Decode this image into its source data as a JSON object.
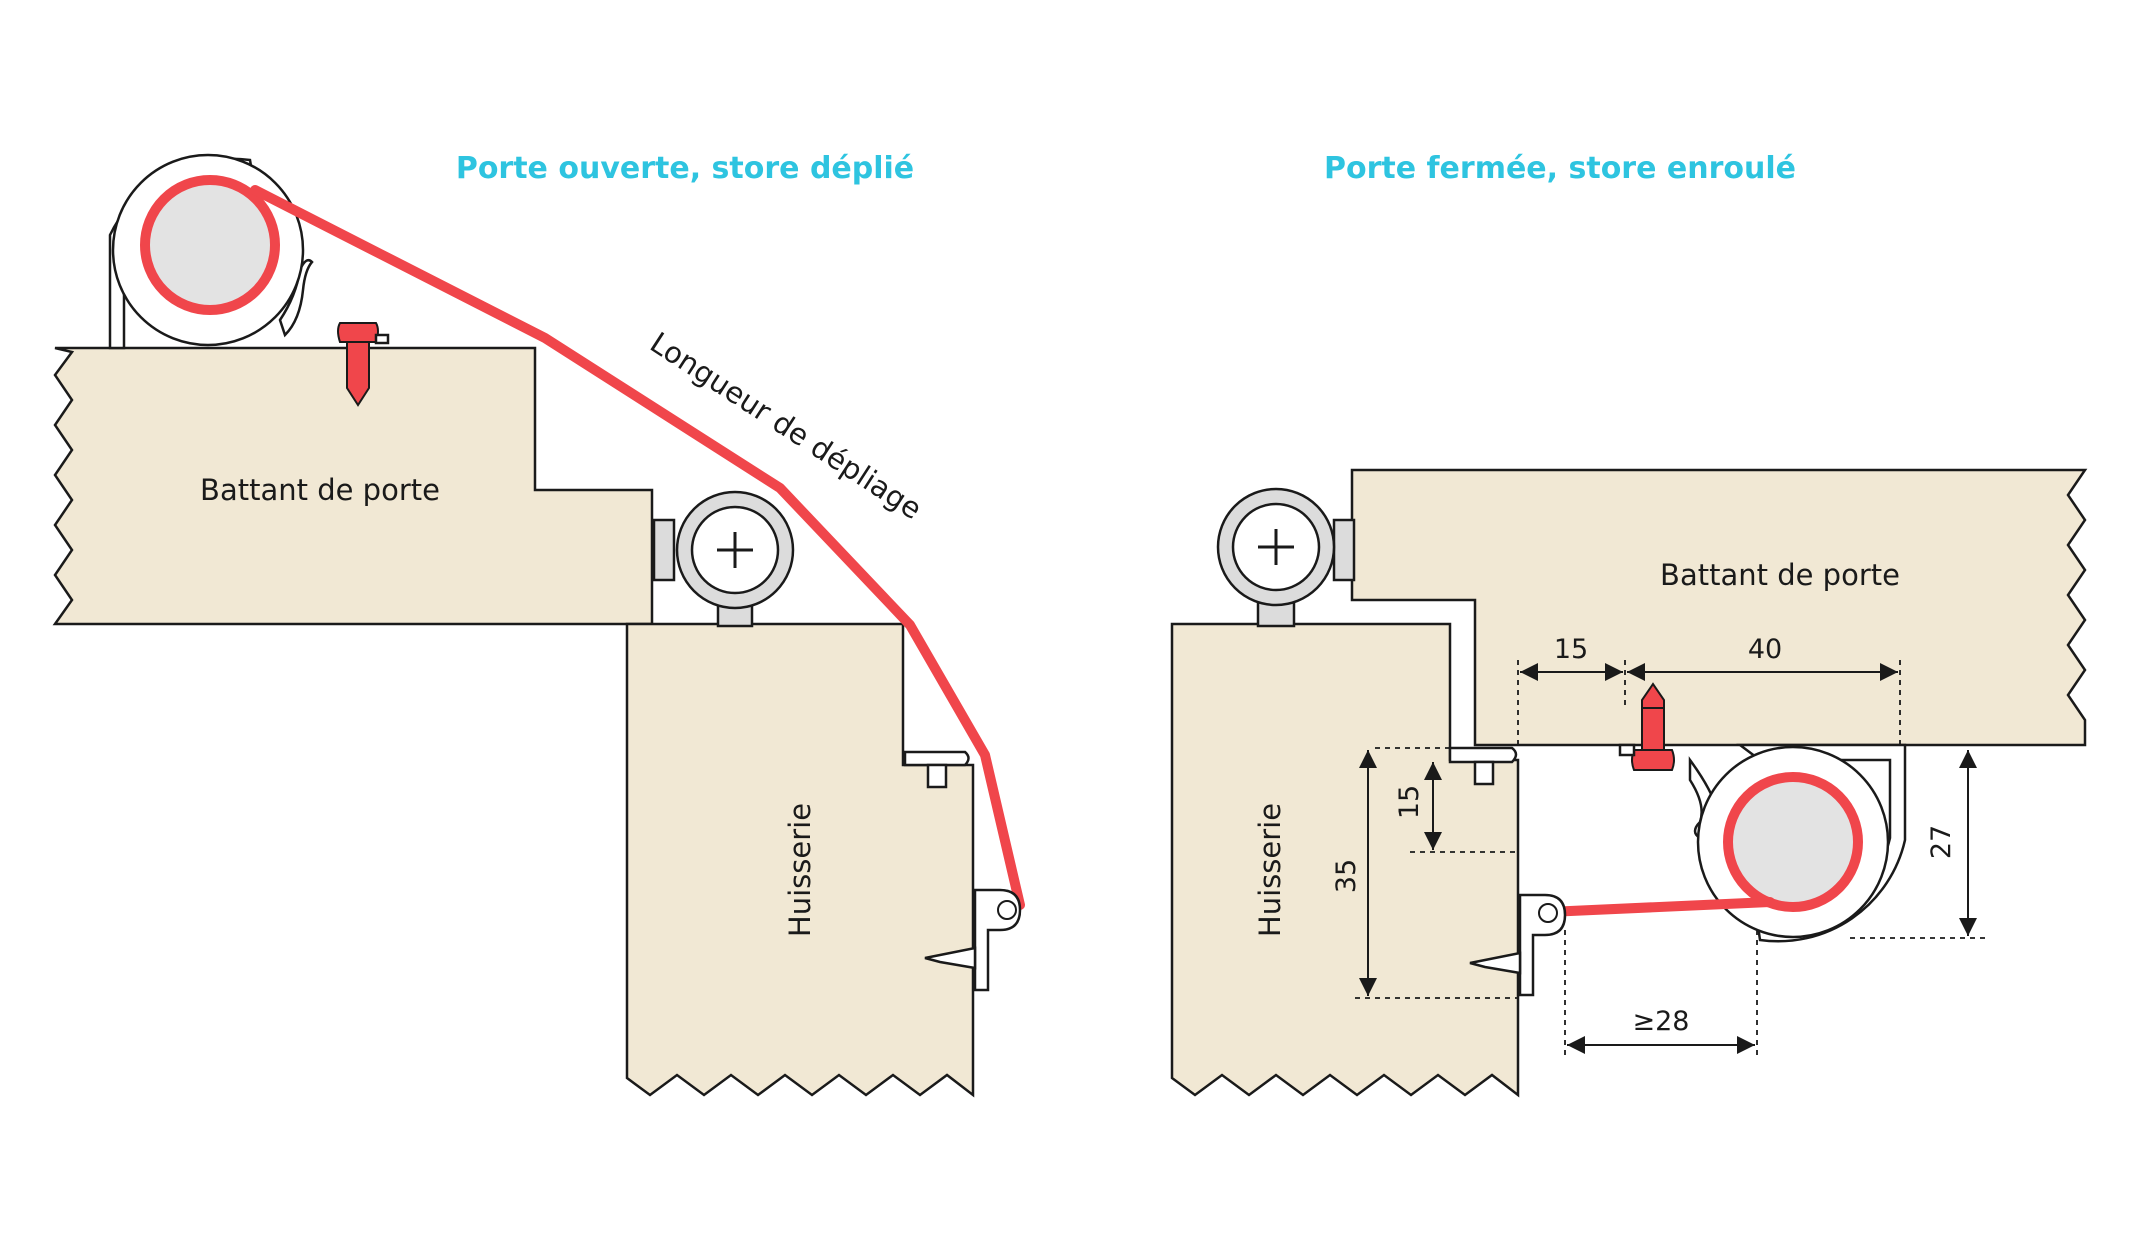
{
  "left_panel": {
    "title": "Porte ouverte, store déplié",
    "door_leaf_label": "Battant de porte",
    "frame_label": "Huisserie",
    "strip_label": "Longueur de dépliage"
  },
  "right_panel": {
    "title": "Porte fermée, store enroulé",
    "door_leaf_label": "Battant de porte",
    "frame_label": "Huisserie",
    "dimensions": {
      "d15_horizontal": "15",
      "d40": "40",
      "d15_vertical": "15",
      "d35": "35",
      "d27": "27",
      "d28": "≥28"
    }
  },
  "colors": {
    "title": "#2ec4e0",
    "strip": "#f0464b",
    "wood": "#f1e8d4"
  }
}
